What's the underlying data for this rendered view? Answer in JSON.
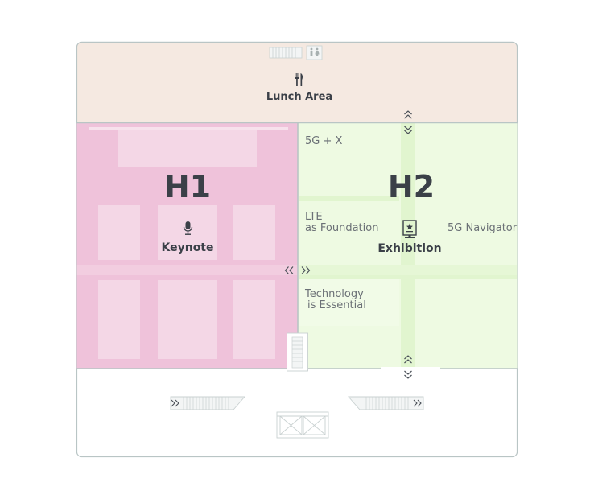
{
  "lunch_area": {
    "label": "Lunch Area",
    "icon": "fork-knife-icon"
  },
  "hall1": {
    "title": "H1",
    "keynote_label": "Keynote",
    "icon": "microphone-icon"
  },
  "hall2": {
    "title": "H2",
    "exhibition_label": "Exhibition",
    "icon": "exhibition-board-icon",
    "areas": {
      "five_g_x": "5G + X",
      "lte_line1": "LTE",
      "lte_line2": "as Foundation",
      "navigator": "5G Navigator",
      "tech_line1": "Technology",
      "tech_line2": "is Essential"
    }
  },
  "colors": {
    "lunch_bg": "#f5e9e1",
    "hall1_bg": "#efc2da",
    "hall1_block": "#f4d7e6",
    "hall2_bg": "#eefae2",
    "hall2_aisle": "#e1f5cf",
    "wall": "#b8c4c4",
    "text_dark": "#3b4048"
  }
}
